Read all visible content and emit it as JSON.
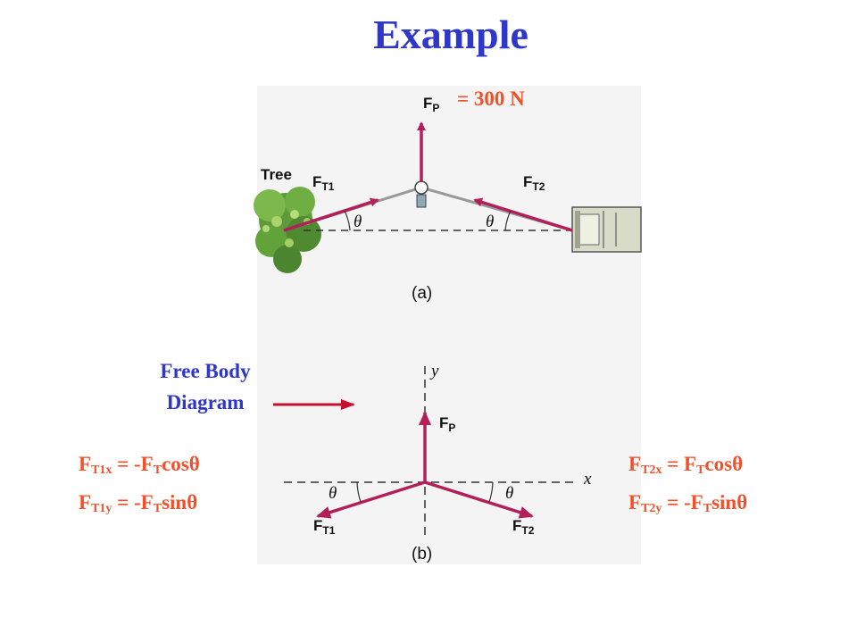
{
  "title": "Example",
  "pull_value": "= 300 N",
  "fbd_label": {
    "line1": "Free Body",
    "line2": "Diagram"
  },
  "fig_a": {
    "caption": "(a)",
    "tree_label": "Tree",
    "fp": {
      "main": "F",
      "sub": "P"
    },
    "ft1": {
      "main": "F",
      "sub": "T1"
    },
    "ft2": {
      "main": "F",
      "sub": "T2"
    },
    "theta": "θ"
  },
  "fig_b": {
    "caption": "(b)",
    "axis_x": "x",
    "axis_y": "y",
    "fp": {
      "main": "F",
      "sub": "P"
    },
    "ft1": {
      "main": "F",
      "sub": "T1"
    },
    "ft2": {
      "main": "F",
      "sub": "T2"
    },
    "theta": "θ"
  },
  "equations_left": {
    "line1": {
      "f": "F",
      "sub": "T1x",
      "rhs_pre": " = -F",
      "rhs_sub": "T",
      "rhs_post": "cosθ"
    },
    "line2": {
      "f": "F",
      "sub": "T1y",
      "rhs_pre": " = -F",
      "rhs_sub": "T",
      "rhs_post": "sinθ"
    }
  },
  "equations_right": {
    "line1": {
      "f": "F",
      "sub": "T2x",
      "rhs_pre": " = F",
      "rhs_sub": "T",
      "rhs_post": "cosθ"
    },
    "line2": {
      "f": "F",
      "sub": "T2y",
      "rhs_pre": " = -F",
      "rhs_sub": "T",
      "rhs_post": "sinθ"
    }
  },
  "colors": {
    "title": "#2E37C8",
    "equation": "#F0512A",
    "force_arrow": "#B21F5A",
    "pointer_arrow": "#C8102E",
    "panel": "#F4F4F4"
  }
}
